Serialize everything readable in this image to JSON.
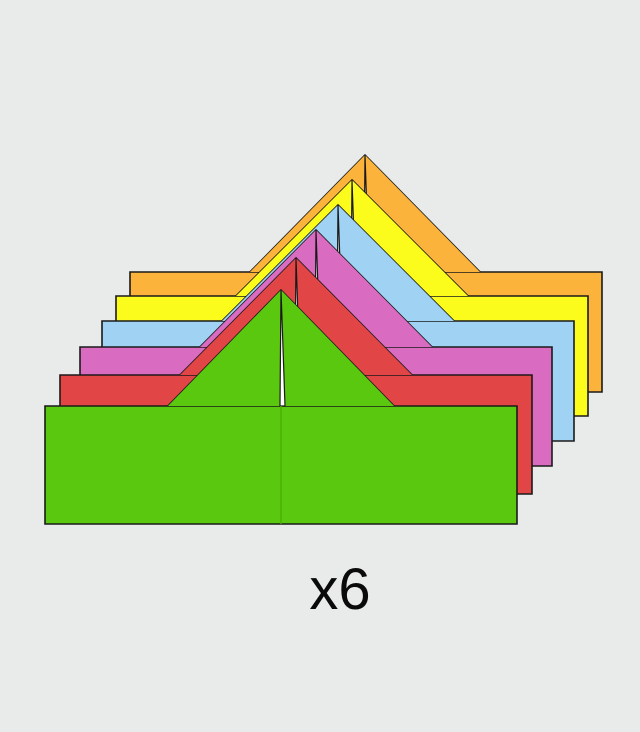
{
  "caption": {
    "multiplier": "x6"
  },
  "colors": {
    "background": "#e8ebea",
    "outline": "#1a1a1a",
    "layers_back_to_front": [
      {
        "name": "orange",
        "fill": "#fbb33b",
        "shade": "#e99d22"
      },
      {
        "name": "yellow",
        "fill": "#fcfc1c",
        "shade": "#e6e600"
      },
      {
        "name": "light-blue",
        "fill": "#9fd2f3",
        "shade": "#84bde2"
      },
      {
        "name": "pink",
        "fill": "#d96bc1",
        "shade": "#c454aa"
      },
      {
        "name": "red",
        "fill": "#e14545",
        "shade": "#c93232"
      },
      {
        "name": "green",
        "fill": "#5ac80e",
        "shade": "#4aae06"
      }
    ]
  },
  "layer_count": 6
}
